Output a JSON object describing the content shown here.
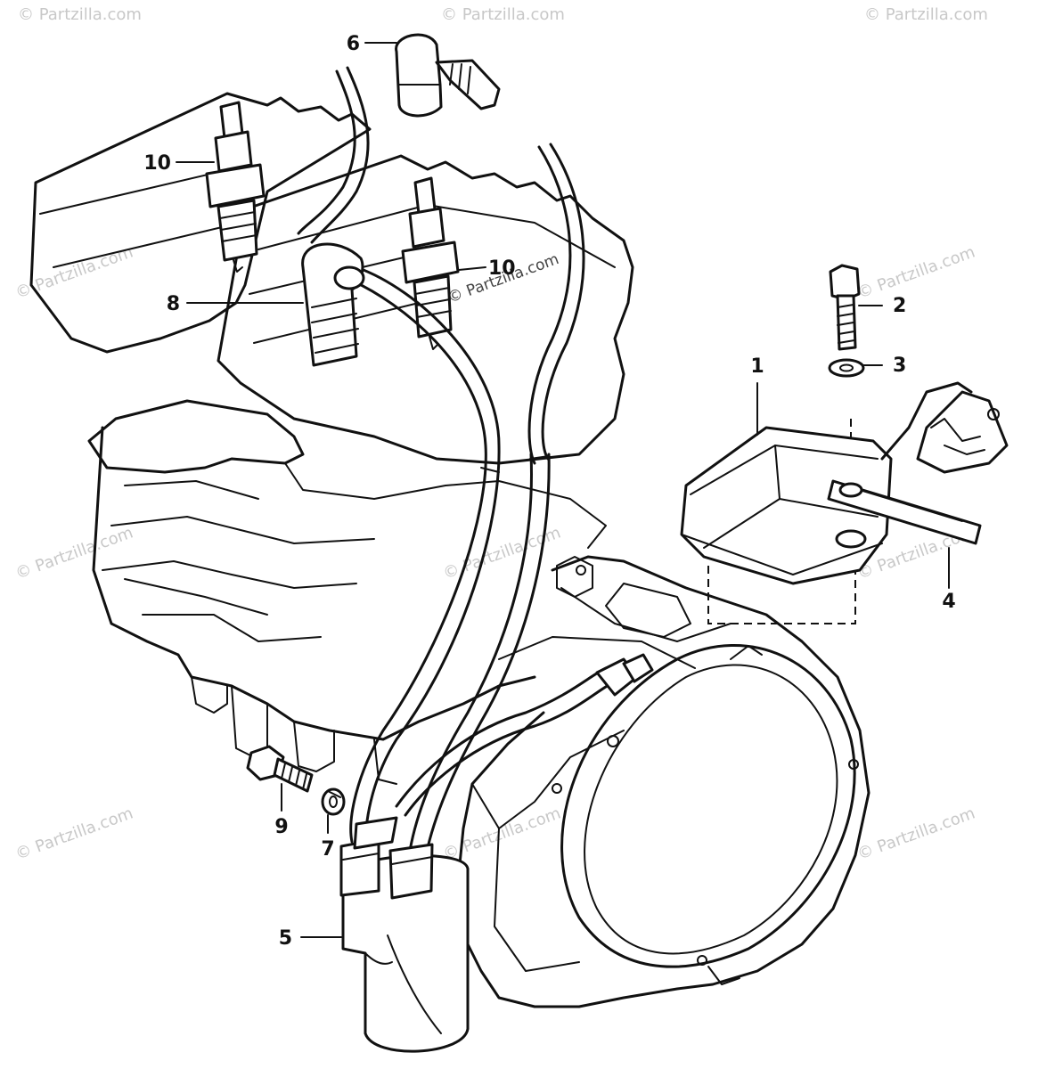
{
  "watermark": "© Partzilla.com",
  "callouts": {
    "p1": "1",
    "p2": "2",
    "p3": "3",
    "p4": "4",
    "p5": "5",
    "p6": "6",
    "p7": "7",
    "p8": "8",
    "p9": "9",
    "p10a": "10",
    "p10b": "10"
  }
}
